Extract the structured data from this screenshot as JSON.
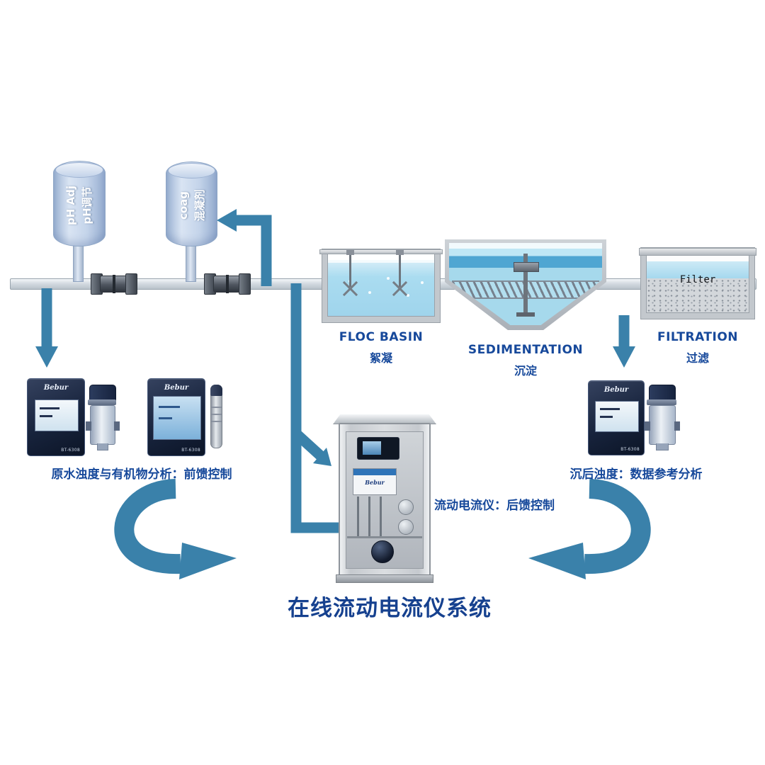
{
  "title": "在线流动电流仪系统",
  "colors": {
    "arrow": "#3a81aa",
    "label_blue": "#17499b",
    "title_blue": "#16418f",
    "tank_fill": "#c4d4ea",
    "water": "#a6d9ec"
  },
  "dosing_tanks": {
    "ph": {
      "en": "pH Adj",
      "zh": "pH调节"
    },
    "coag": {
      "en": "coag",
      "zh": "混凝剂"
    }
  },
  "stages": {
    "floc": {
      "en": "FLOC BASIN",
      "zh": "絮凝"
    },
    "sed": {
      "en": "SEDIMENTATION",
      "zh": "沉淀"
    },
    "filt": {
      "en": "FILTRATION",
      "zh": "过滤",
      "media": "Filter"
    }
  },
  "monitoring": {
    "raw_label": "原水浊度与有机物分析：前馈控制",
    "scd_label": "流动电流仪：后馈控制",
    "settled_label": "沉后浊度：数据参考分析",
    "brand": "Bebur",
    "model": "BT-6308"
  }
}
